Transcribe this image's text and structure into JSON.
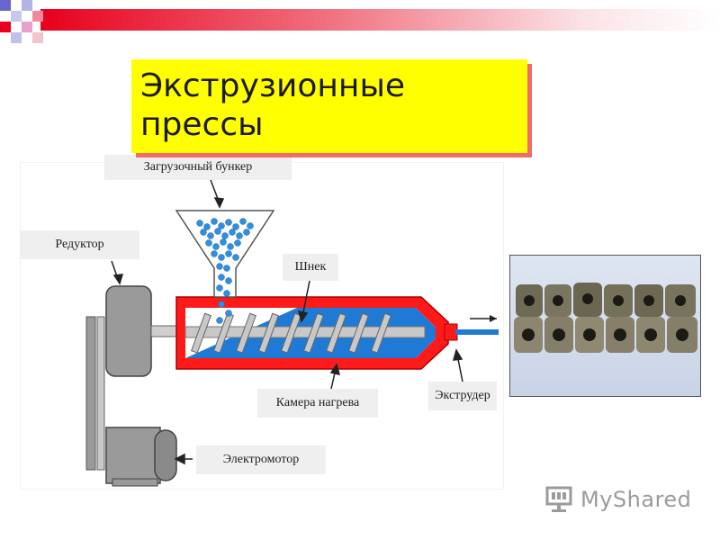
{
  "slide": {
    "title": "Экструзионные\nпрессы"
  },
  "diagram": {
    "labels": {
      "hopper": "Загрузочный бункер",
      "reducer": "Редуктор",
      "screw": "Шнек",
      "heating_chamber": "Камера нагрева",
      "extruder": "Экструдер",
      "motor": "Электромотор"
    }
  },
  "watermark": {
    "text": "MyShared"
  },
  "colors": {
    "title_bg": "#ffff00",
    "title_shadow": "#f26b6b",
    "chamber": "#ff1a1a",
    "screw_material": "#1f7ad6",
    "pellets": "#2f8fe0",
    "band_red": "#e8001c"
  }
}
